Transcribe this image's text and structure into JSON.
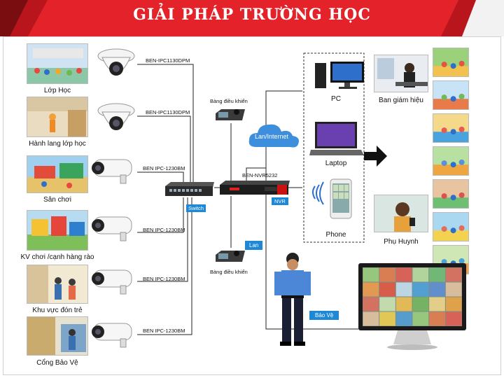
{
  "header": {
    "title": "GIẢI PHÁP TRƯỜNG HỌC"
  },
  "locations": [
    {
      "label": "Lớp Học"
    },
    {
      "label": "Hành lang lớp học"
    },
    {
      "label": "Sân chơi"
    },
    {
      "label": "KV chơi /cạnh hàng rào"
    },
    {
      "label": "Khu vực đón trẻ"
    },
    {
      "label": "Cổng Bảo Vệ"
    }
  ],
  "cameras": [
    {
      "model": "BEN-IPC1130DPM",
      "type": "dome"
    },
    {
      "model": "BEN-IPC1130DPM",
      "type": "dome"
    },
    {
      "model": "BEN IPC-1230BM",
      "type": "bullet"
    },
    {
      "model": "BEN IPC-1230BM",
      "type": "bullet"
    },
    {
      "model": "BEN IPC-1230BM",
      "type": "bullet"
    },
    {
      "model": "BEN IPC-1230BM",
      "type": "bullet"
    }
  ],
  "network": {
    "switch_label": "Switch",
    "nvr_model": "BEN-NVR5232",
    "nvr_label": "NVR",
    "controller_label": "Bàng điều khiển",
    "internet_label": "Lan/Internet",
    "lan_label": "Lan"
  },
  "devices": [
    {
      "label": "PC",
      "icon": "desktop-pc-icon"
    },
    {
      "label": "Laptop",
      "icon": "laptop-icon"
    },
    {
      "label": "Phone",
      "icon": "smartphone-icon"
    }
  ],
  "viewers": [
    {
      "label": "Ban giám hiệu"
    },
    {
      "label": "Phụ Huynh"
    }
  ],
  "guard": {
    "label": "Bảo Vệ"
  },
  "colors": {
    "header_red": "#e4222a",
    "tag_blue": "#1e88d6",
    "cloud_blue": "#3d8fde"
  },
  "thumbnail_palettes": [
    [
      "#9bd17a",
      "#f2c14e",
      "#e6533f"
    ],
    [
      "#c7e3f5",
      "#e97b4a",
      "#73b85d"
    ],
    [
      "#f5d98a",
      "#4aa3df",
      "#e65a50"
    ],
    [
      "#b8e0a0",
      "#f0a640",
      "#5b8fd8"
    ],
    [
      "#e8c5a0",
      "#6fbf73",
      "#d9534f"
    ],
    [
      "#a9d8f0",
      "#f2d24e",
      "#e26d5a"
    ],
    [
      "#cfe7b4",
      "#f39c4a",
      "#4f9fd9"
    ]
  ]
}
